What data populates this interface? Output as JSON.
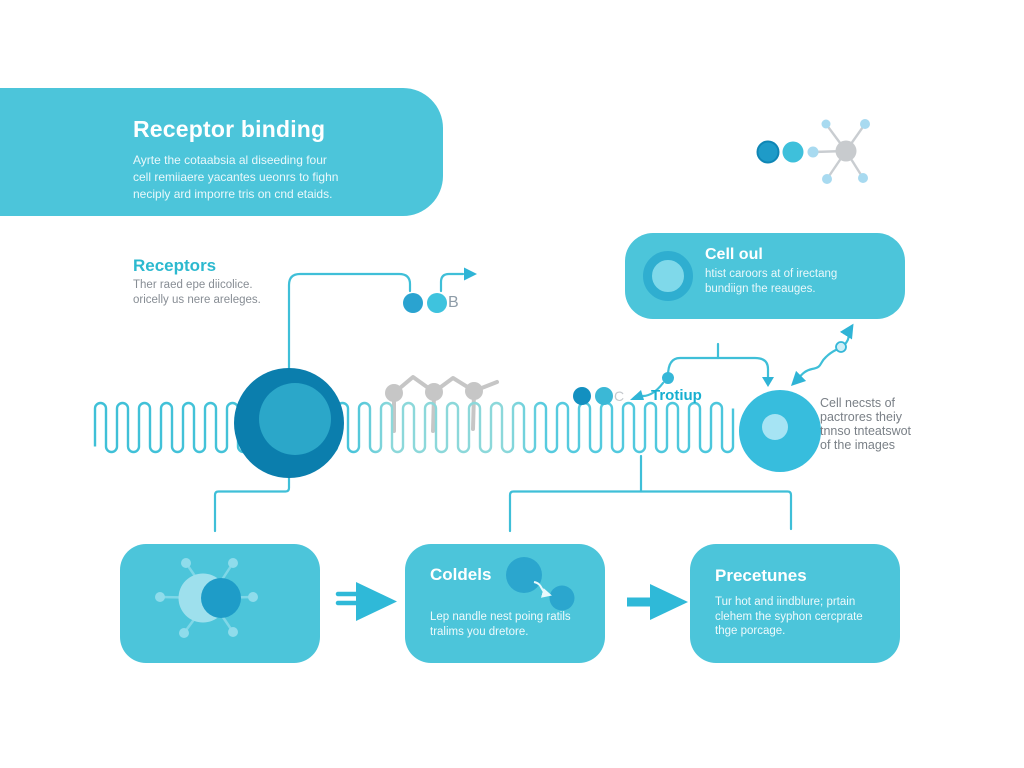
{
  "colors": {
    "box_teal": "#4CC5DA",
    "line_teal": "#3FBFD8",
    "accent_teal": "#17AFD0",
    "dark_circle_outer": "#0B7EAD",
    "dark_circle_inner": "#2BA7C9",
    "target_circle": "#37BDDD",
    "target_circle_inner": "#A6E4F4",
    "molecule_gray": "#C6C7C9",
    "node_light_blue": "#A8DAF0",
    "text_gray": "#7A8087",
    "white": "#FFFFFF"
  },
  "icons": {
    "top_right": "molecule-icon",
    "membrane": "cell-membrane-pattern",
    "large_receptor": "receptor-cell-icon",
    "target": "target-cell-icon",
    "box1": "receptor-molecule-icon",
    "flow1": "fast-forward-arrow-icon",
    "flow2": "right-arrow-icon"
  },
  "top_box": {
    "title": "Receptor binding",
    "lines": [
      "Ayrte the cotaabsia al diseeding four",
      "cell remiiaere yacantes ueonrs to fighn",
      "neciply ard imporre tris on cnd etaids."
    ]
  },
  "receptors_note": {
    "title": "Receptors",
    "lines": [
      "Ther raed epe diicolice.",
      "oricelly us nere areleges."
    ]
  },
  "cell_box": {
    "title": "Cell oul",
    "lines": [
      "htist caroors at of irectang",
      "bundiign the reauges."
    ]
  },
  "labels": {
    "b": "B",
    "c": "C",
    "trotiup": "Trotiup"
  },
  "side_note": {
    "lines": [
      "Cell necsts of",
      "pactrores theiy",
      "tnnso tnteatswot",
      "of the images"
    ]
  },
  "boxes": {
    "coldels": {
      "title": "Coldels",
      "lines": [
        "Lep nandle nest poing ratils",
        "tralims you dretore."
      ]
    },
    "precetunes": {
      "title": "Precetunes",
      "lines": [
        "Tur hot and iindblure; prtain",
        "clehem the syphon cercprate",
        "thge porcage."
      ]
    }
  }
}
